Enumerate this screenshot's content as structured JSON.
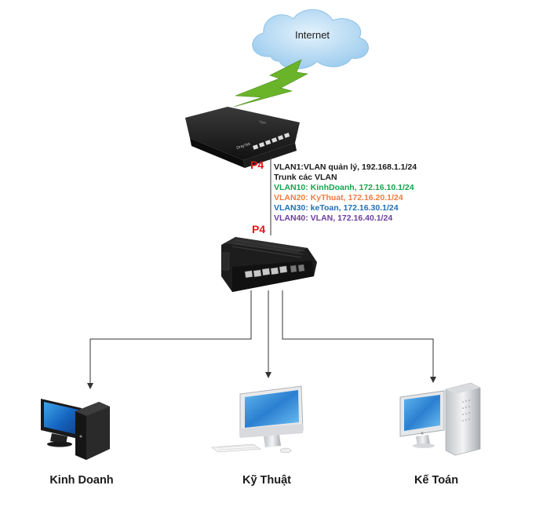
{
  "cloud": {
    "label": "Internet"
  },
  "router": {
    "port_label": "P4",
    "brand": "DrayTek",
    "model": "Vigor"
  },
  "switch": {
    "port_label": "P4"
  },
  "link_info": {
    "lines": [
      {
        "text": "VLAN1:VLAN quản lý, 192.168.1.1/24",
        "color": "#1a1a1a"
      },
      {
        "text": "Trunk các VLAN",
        "color": "#1a1a1a"
      },
      {
        "text": "VLAN10: KinhDoanh, 172.16.10.1/24",
        "color": "#17a34a"
      },
      {
        "text": "VLAN20: KyThuat, 172.16.20.1/24",
        "color": "#f07b3f"
      },
      {
        "text": "VLAN30: keToan, 172.16.30.1/24",
        "color": "#1f6fb5"
      },
      {
        "text": "VLAN40: VLAN, 172.16.40.1/24",
        "color": "#6b3fa0"
      }
    ]
  },
  "computers": [
    {
      "label": "Kinh Doanh",
      "type": "desktop-tower"
    },
    {
      "label": "Kỹ Thuật",
      "type": "imac"
    },
    {
      "label": "Kế Toán",
      "type": "mac-pro"
    }
  ],
  "colors": {
    "lightning": "#6ab42a",
    "cloud": "#aad3f0",
    "line": "#333333",
    "port": "#e8131a"
  }
}
